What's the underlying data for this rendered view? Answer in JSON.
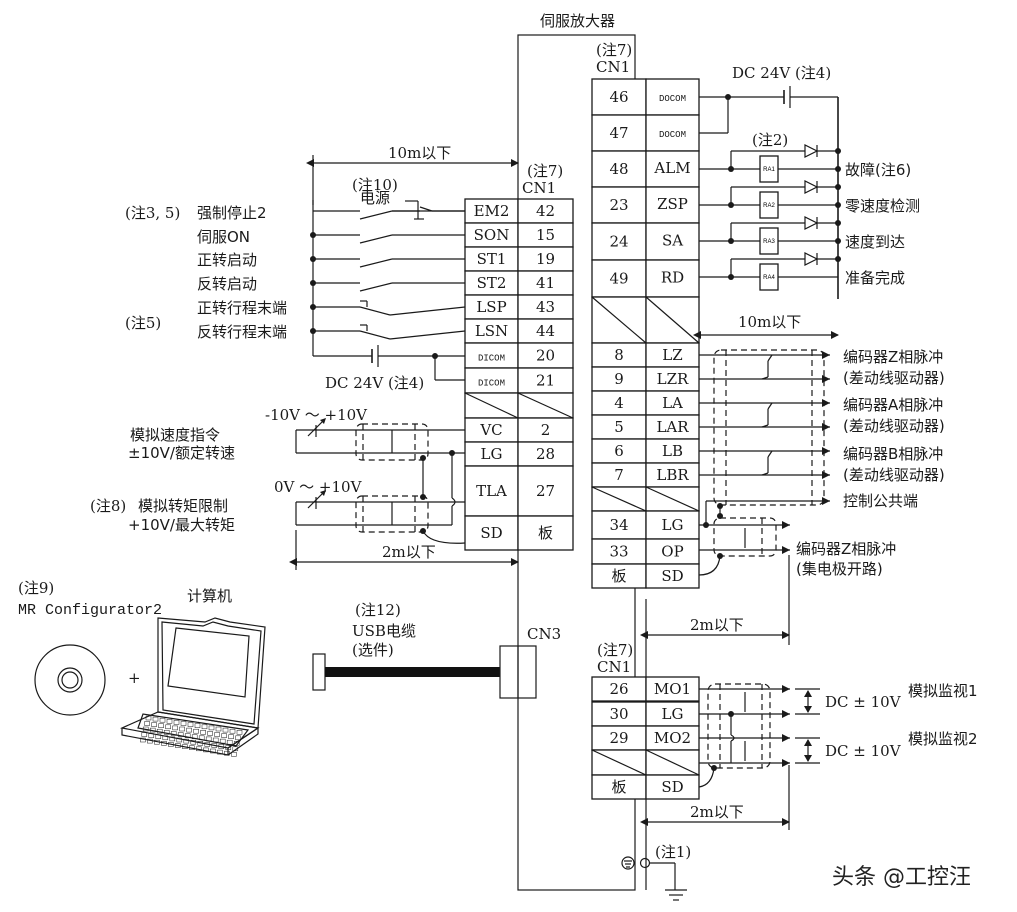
{
  "title": "伺服放大器",
  "colors": {
    "line": "#1a1a1a",
    "background": "#ffffff"
  },
  "notes": {
    "n7": "(注7)",
    "cn1": "CN1",
    "cn3": "CN3",
    "n1": "(注1)",
    "n2": "(注2)",
    "n10": "(注10)",
    "power": "电源",
    "n35": "(注3, 5)",
    "n5": "(注5)",
    "n8": "(注8)",
    "n9": "(注9)",
    "n12": "(注12)"
  },
  "dimensions": {
    "ten_m": "10m以下",
    "two_m": "2m以下"
  },
  "power_supply": {
    "dc24_left": "DC 24V (注4)",
    "dc24_right": "DC 24V (注4)"
  },
  "left_inputs": {
    "labels": [
      {
        "text": "强制停止2"
      },
      {
        "text": "伺服ON"
      },
      {
        "text": "正转启动"
      },
      {
        "text": "反转启动"
      },
      {
        "text": "正转行程末端"
      },
      {
        "text": "反转行程末端"
      }
    ],
    "pins": [
      {
        "signal": "EM2",
        "pin": "42"
      },
      {
        "signal": "SON",
        "pin": "15"
      },
      {
        "signal": "ST1",
        "pin": "19"
      },
      {
        "signal": "ST2",
        "pin": "41"
      },
      {
        "signal": "LSP",
        "pin": "43"
      },
      {
        "signal": "LSN",
        "pin": "44"
      },
      {
        "signal": "DICOM",
        "pin": "20"
      },
      {
        "signal": "DICOM",
        "pin": "21"
      }
    ]
  },
  "analog_inputs": {
    "speed_range": "-10V ～ +10V",
    "speed_label_1": "模拟速度指令",
    "speed_label_2": "±10V/额定转速",
    "torque_range": "0V ～ +10V",
    "torque_label_1": "模拟转矩限制",
    "torque_label_2": "+10V/最大转矩",
    "pins": [
      {
        "signal": "VC",
        "pin": "2"
      },
      {
        "signal": "LG",
        "pin": "28"
      },
      {
        "signal": "TLA",
        "pin": "27"
      },
      {
        "signal": "SD",
        "pin": "板"
      }
    ]
  },
  "right_outputs": {
    "pins": [
      {
        "pin": "46",
        "signal": "DOCOM"
      },
      {
        "pin": "47",
        "signal": "DOCOM"
      },
      {
        "pin": "48",
        "signal": "ALM"
      },
      {
        "pin": "23",
        "signal": "ZSP"
      },
      {
        "pin": "24",
        "signal": "SA"
      },
      {
        "pin": "49",
        "signal": "RD"
      }
    ],
    "relays": [
      "RA1",
      "RA2",
      "RA3",
      "RA4"
    ],
    "labels": [
      "故障(注6)",
      "零速度检测",
      "速度到达",
      "准备完成"
    ]
  },
  "encoder_outputs": {
    "pins": [
      {
        "pin": "8",
        "signal": "LZ"
      },
      {
        "pin": "9",
        "signal": "LZR"
      },
      {
        "pin": "4",
        "signal": "LA"
      },
      {
        "pin": "5",
        "signal": "LAR"
      },
      {
        "pin": "6",
        "signal": "LB"
      },
      {
        "pin": "7",
        "signal": "LBR"
      },
      {
        "pin": "34",
        "signal": "LG"
      },
      {
        "pin": "33",
        "signal": "OP"
      },
      {
        "pin": "板",
        "signal": "SD"
      }
    ],
    "labels": [
      "编码器Z相脉冲",
      "(差动线驱动器)",
      "编码器A相脉冲",
      "(差动线驱动器)",
      "编码器B相脉冲",
      "(差动线驱动器)",
      "控制公共端",
      "编码器Z相脉冲",
      "(集电极开路)"
    ]
  },
  "monitor_outputs": {
    "pins": [
      {
        "pin": "26",
        "signal": "MO1"
      },
      {
        "pin": "30",
        "signal": "LG"
      },
      {
        "pin": "29",
        "signal": "MO2"
      },
      {
        "pin": "板",
        "signal": "SD"
      }
    ],
    "range": "DC ± 10V",
    "labels": [
      "模拟监视1",
      "模拟监视2"
    ]
  },
  "pc": {
    "software_name": "MR Configurator2",
    "computer": "计算机",
    "plus": "+",
    "cable": "USB电缆",
    "cable_option": "(选件)"
  },
  "watermark": "头条 @工控汪"
}
